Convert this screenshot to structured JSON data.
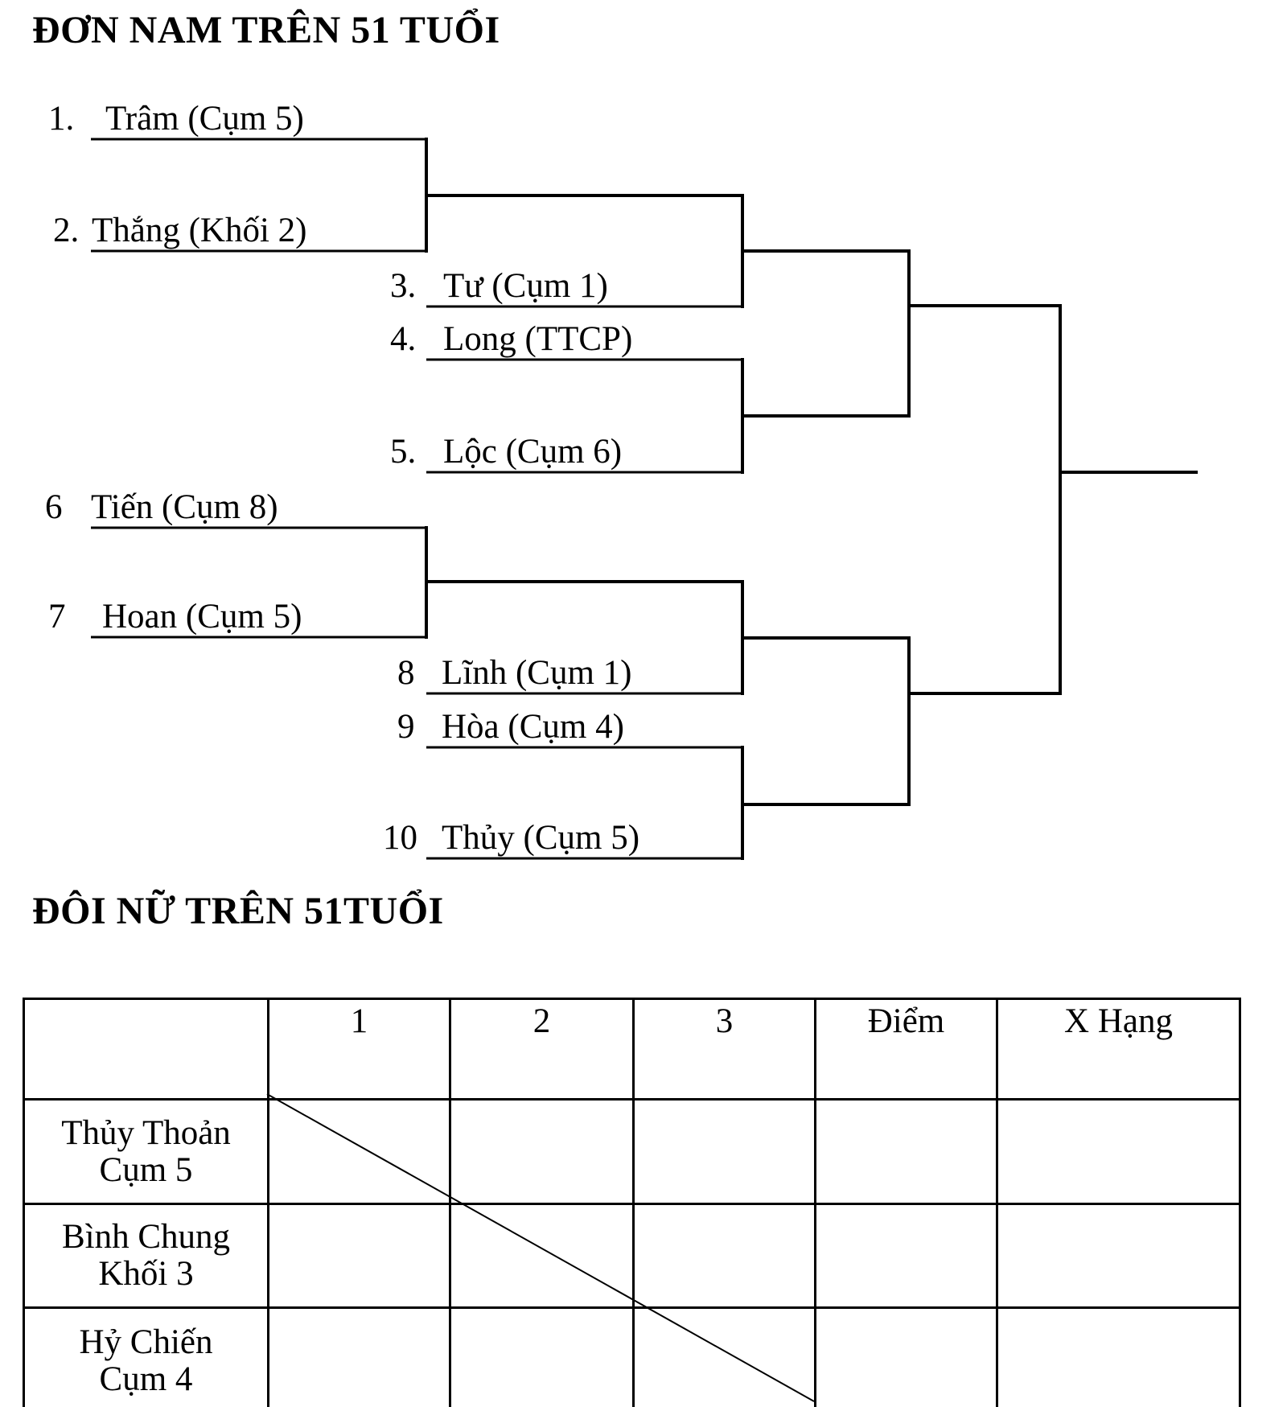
{
  "page": {
    "background_color": "#ffffff",
    "ink_color": "#000000"
  },
  "bracket": {
    "title": "ĐƠN NAM TRÊN 51 TUỔI",
    "entries": [
      {
        "num": "1.",
        "name": "Trâm (Cụm 5)"
      },
      {
        "num": "2.",
        "name": "Thắng (Khối 2)"
      },
      {
        "num": "3.",
        "name": "Tư (Cụm 1)"
      },
      {
        "num": "4.",
        "name": "Long (TTCP)"
      },
      {
        "num": "5.",
        "name": "Lộc (Cụm 6)"
      },
      {
        "num": "6",
        "name": "Tiến (Cụm 8)"
      },
      {
        "num": "7",
        "name": "Hoan (Cụm 5)"
      },
      {
        "num": "8",
        "name": "Lĩnh (Cụm 1)"
      },
      {
        "num": "9",
        "name": "Hòa (Cụm 4)"
      },
      {
        "num": "10",
        "name": "Thủy (Cụm 5)"
      }
    ]
  },
  "round_robin": {
    "title": "ĐÔI NỮ TRÊN 51TUỔI",
    "headers": [
      "",
      "1",
      "2",
      "3",
      "Điểm",
      "X Hạng"
    ],
    "teams": [
      {
        "name": "Thủy Thoản",
        "group": "Cụm 5"
      },
      {
        "name": "Bình Chung",
        "group": "Khối 3"
      },
      {
        "name": "Hỷ Chiến",
        "group": "Cụm 4"
      }
    ]
  }
}
